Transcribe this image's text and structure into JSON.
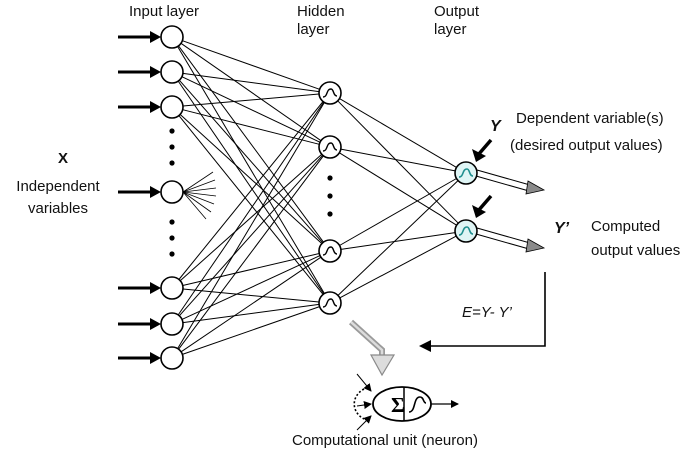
{
  "labels": {
    "input_layer": "Input layer",
    "hidden_layer": "Hidden layer",
    "output_layer": "Output layer",
    "x": "X",
    "independent": "Independent variables",
    "y": "Y",
    "dependent_1": "Dependent variable(s)",
    "dependent_2": "(desired output values)",
    "y_prime": "Y’",
    "computed": "Computed output values",
    "error": "E=Y- Y’",
    "unit": "Computational unit (neuron)",
    "sigma": "Σ"
  },
  "colors": {
    "ink": "#000000",
    "output_node_fill": "#dff5f5",
    "sigmoid_accent": "#1f8f8f",
    "output_arrow": "#8a8a8a",
    "callout_arrow": "#9a9a9a"
  },
  "icons": {
    "node": "circle",
    "activation": "sigmoid-curve",
    "summation": "sigma"
  }
}
